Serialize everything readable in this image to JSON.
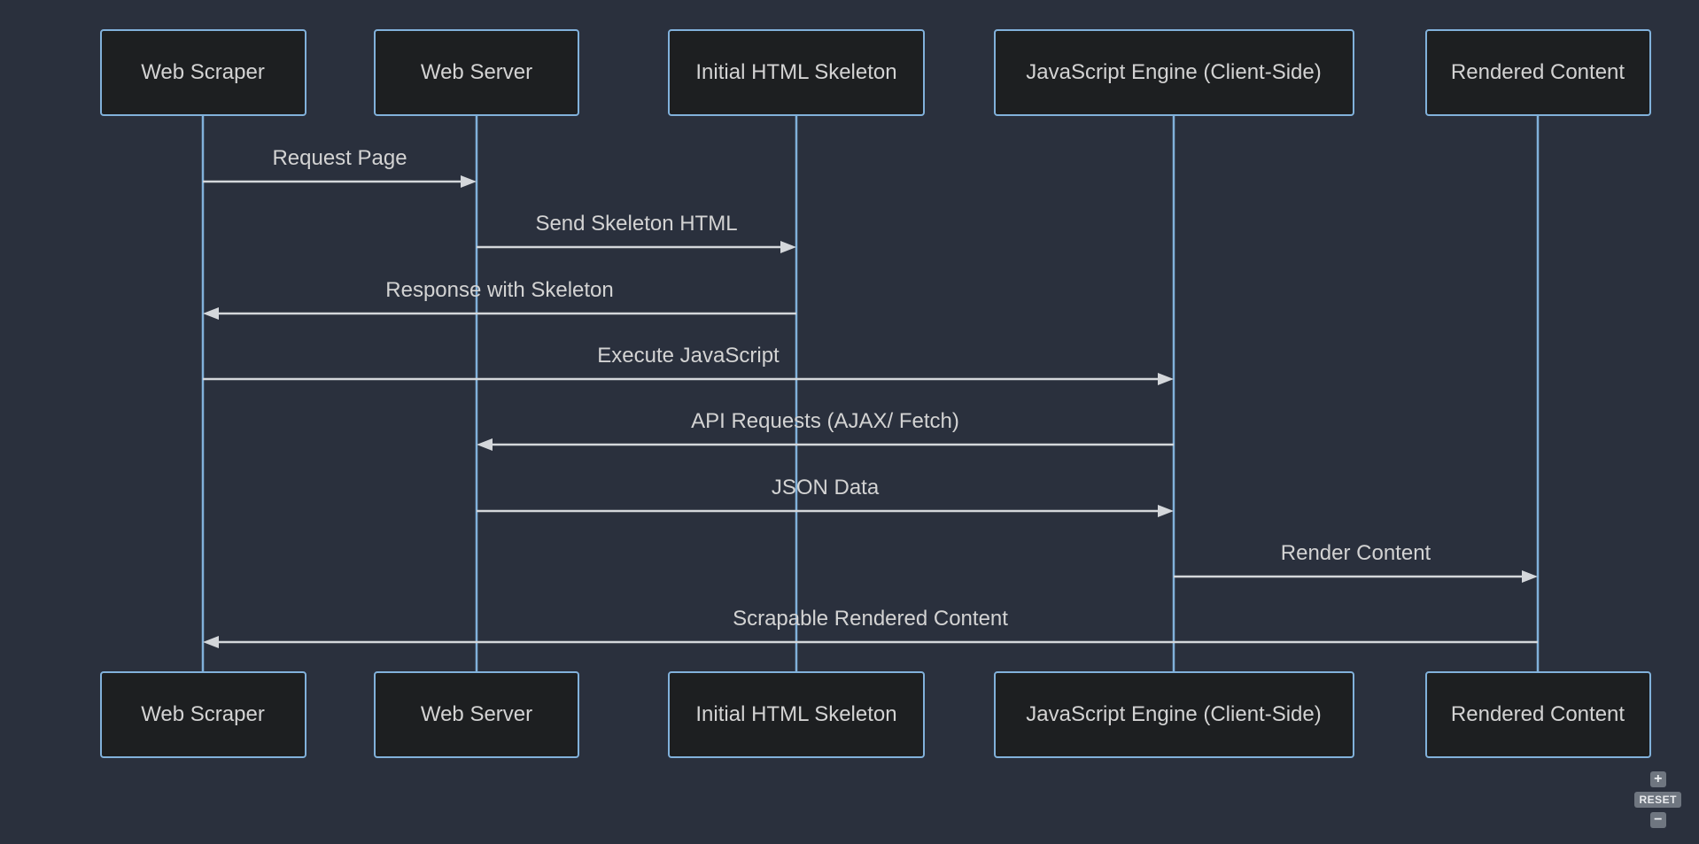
{
  "diagram": {
    "participants": [
      {
        "id": "web-scraper",
        "label": "Web Scraper"
      },
      {
        "id": "web-server",
        "label": "Web Server"
      },
      {
        "id": "initial-html-skeleton",
        "label": "Initial HTML Skeleton"
      },
      {
        "id": "js-engine",
        "label": "JavaScript Engine (Client-Side)"
      },
      {
        "id": "rendered-content",
        "label": "Rendered Content"
      }
    ],
    "messages": [
      {
        "label": "Request Page",
        "from": "web-scraper",
        "to": "web-server"
      },
      {
        "label": "Send Skeleton HTML",
        "from": "web-server",
        "to": "initial-html-skeleton"
      },
      {
        "label": "Response with Skeleton",
        "from": "initial-html-skeleton",
        "to": "web-scraper"
      },
      {
        "label": "Execute JavaScript",
        "from": "web-scraper",
        "to": "js-engine"
      },
      {
        "label": "API Requests (AJAX/ Fetch)",
        "from": "js-engine",
        "to": "web-server"
      },
      {
        "label": "JSON Data",
        "from": "web-server",
        "to": "js-engine"
      },
      {
        "label": "Render Content",
        "from": "js-engine",
        "to": "rendered-content"
      },
      {
        "label": "Scrapable Rendered Content",
        "from": "rendered-content",
        "to": "web-scraper"
      }
    ]
  },
  "controls": {
    "zoom_in": "+",
    "reset": "RESET",
    "zoom_out": "−"
  },
  "colors": {
    "background": "#2a303d",
    "actor_fill": "#1d1f21",
    "actor_border": "#81b1db",
    "lifeline": "#81b1db",
    "signal": "#d4d7db",
    "text": "#d3d3d3",
    "button_bg": "#6f7680",
    "button_text": "#e9ebee"
  }
}
